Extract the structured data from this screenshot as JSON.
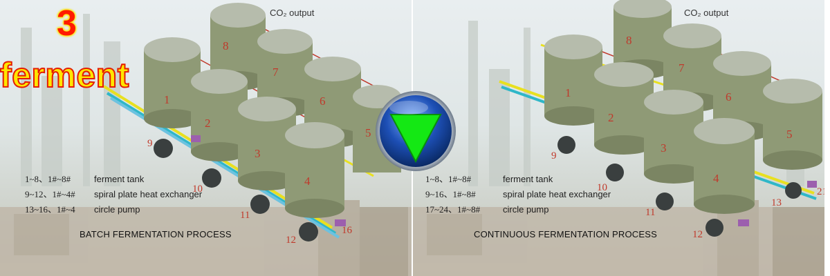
{
  "overlay": {
    "number": "3",
    "title": "ferment"
  },
  "left_panel": {
    "co2_label": "CO₂ output",
    "process_title": "BATCH FERMENTATION PROCESS",
    "legend": [
      {
        "range": "1~8、1#~8#",
        "desc": "ferment tank"
      },
      {
        "range": "9~12、1#~4#",
        "desc": "spiral plate heat exchanger"
      },
      {
        "range": "13~16、1#~4",
        "desc": "circle pump"
      }
    ],
    "tanks": [
      "1",
      "2",
      "3",
      "4",
      "5",
      "6",
      "7",
      "8"
    ],
    "side_labels": [
      "9",
      "10",
      "11",
      "12",
      "16"
    ]
  },
  "right_panel": {
    "co2_label": "CO₂ output",
    "process_title": "CONTINUOUS FERMENTATION PROCESS",
    "legend": [
      {
        "range": "1~8、1#~8#",
        "desc": "ferment tank"
      },
      {
        "range": "9~16、1#~8#",
        "desc": "spiral plate heat exchanger"
      },
      {
        "range": "17~24、1#~8#",
        "desc": "circle pump"
      }
    ],
    "tanks": [
      "1",
      "2",
      "3",
      "4",
      "5",
      "6",
      "7",
      "8"
    ],
    "side_labels": [
      "9",
      "10",
      "11",
      "12",
      "13",
      "21"
    ]
  },
  "colors": {
    "tank_body": "#8f9a76",
    "pipe_yellow": "#e8e020",
    "pipe_red": "#c0392b",
    "pipe_cyan": "#2fb7c8",
    "label_red": "#c0392b",
    "play_button_green": "#14e814",
    "play_button_blue": "#1d4fb5"
  },
  "icons": {
    "play": "down-triangle-play-icon"
  }
}
